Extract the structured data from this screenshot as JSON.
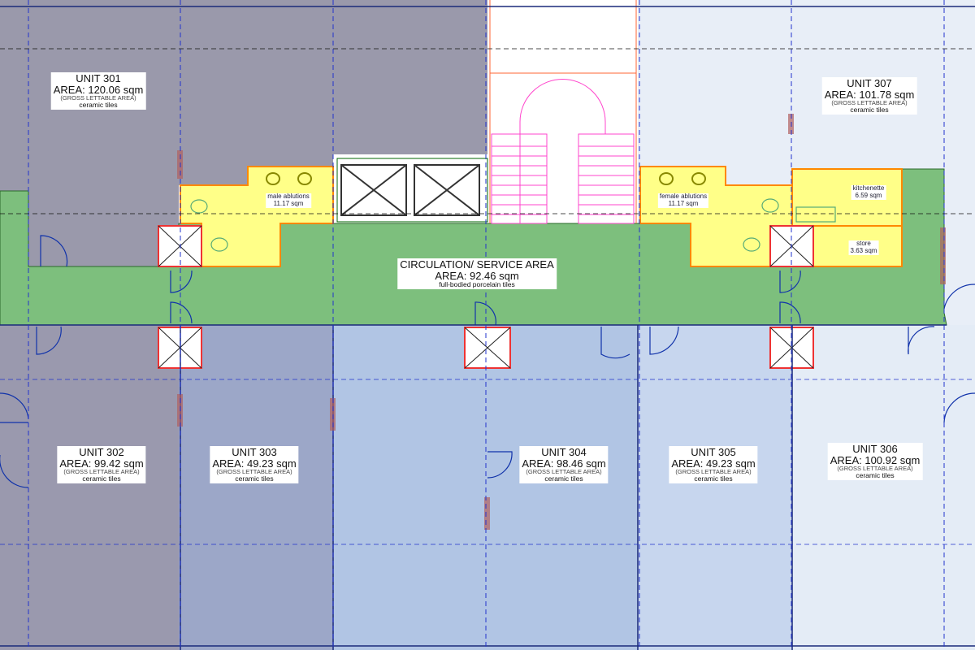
{
  "colors": {
    "unit_301": "#9a99ab",
    "unit_302": "#9a99ae",
    "unit_303": "#9ca7c8",
    "unit_304": "#b1c5e4",
    "unit_305": "#c7d6ee",
    "unit_306_307": "#e8eef7",
    "circulation": "#7dbf7d",
    "wet_areas": "#ffff88",
    "grid": "#2233cc",
    "stairs": "#ff44cc"
  },
  "units": [
    {
      "id": "unit-301",
      "title": "UNIT 301",
      "area": "AREA: 120.06 sqm",
      "gla": "(GROSS LETTABLE AREA)",
      "finish": "ceramic tiles"
    },
    {
      "id": "unit-302",
      "title": "UNIT 302",
      "area": "AREA: 99.42 sqm",
      "gla": "(GROSS LETTABLE AREA)",
      "finish": "ceramic tiles"
    },
    {
      "id": "unit-303",
      "title": "UNIT 303",
      "area": "AREA: 49.23 sqm",
      "gla": "(GROSS LETTABLE AREA)",
      "finish": "ceramic tiles"
    },
    {
      "id": "unit-304",
      "title": "UNIT 304",
      "area": "AREA: 98.46 sqm",
      "gla": "(GROSS LETTABLE AREA)",
      "finish": "ceramic tiles"
    },
    {
      "id": "unit-305",
      "title": "UNIT 305",
      "area": "AREA: 49.23 sqm",
      "gla": "(GROSS LETTABLE AREA)",
      "finish": "ceramic tiles"
    },
    {
      "id": "unit-306",
      "title": "UNIT 306",
      "area": "AREA: 100.92 sqm",
      "gla": "(GROSS LETTABLE AREA)",
      "finish": "ceramic tiles"
    },
    {
      "id": "unit-307",
      "title": "UNIT 307",
      "area": "AREA: 101.78 sqm",
      "gla": "(GROSS LETTABLE AREA)",
      "finish": "ceramic tiles"
    }
  ],
  "circulation": {
    "title": "CIRCULATION/ SERVICE AREA",
    "area": "AREA: 92.46 sqm",
    "finish": "full-bodied porcelain tiles"
  },
  "rooms": [
    {
      "name": "male ablutions",
      "area": "11.17 sqm"
    },
    {
      "name": "female ablutions",
      "area": "11.17 sqm"
    },
    {
      "name": "kitchenette",
      "area": "6.59 sqm"
    },
    {
      "name": "store",
      "area": "3.63 sqm"
    }
  ]
}
